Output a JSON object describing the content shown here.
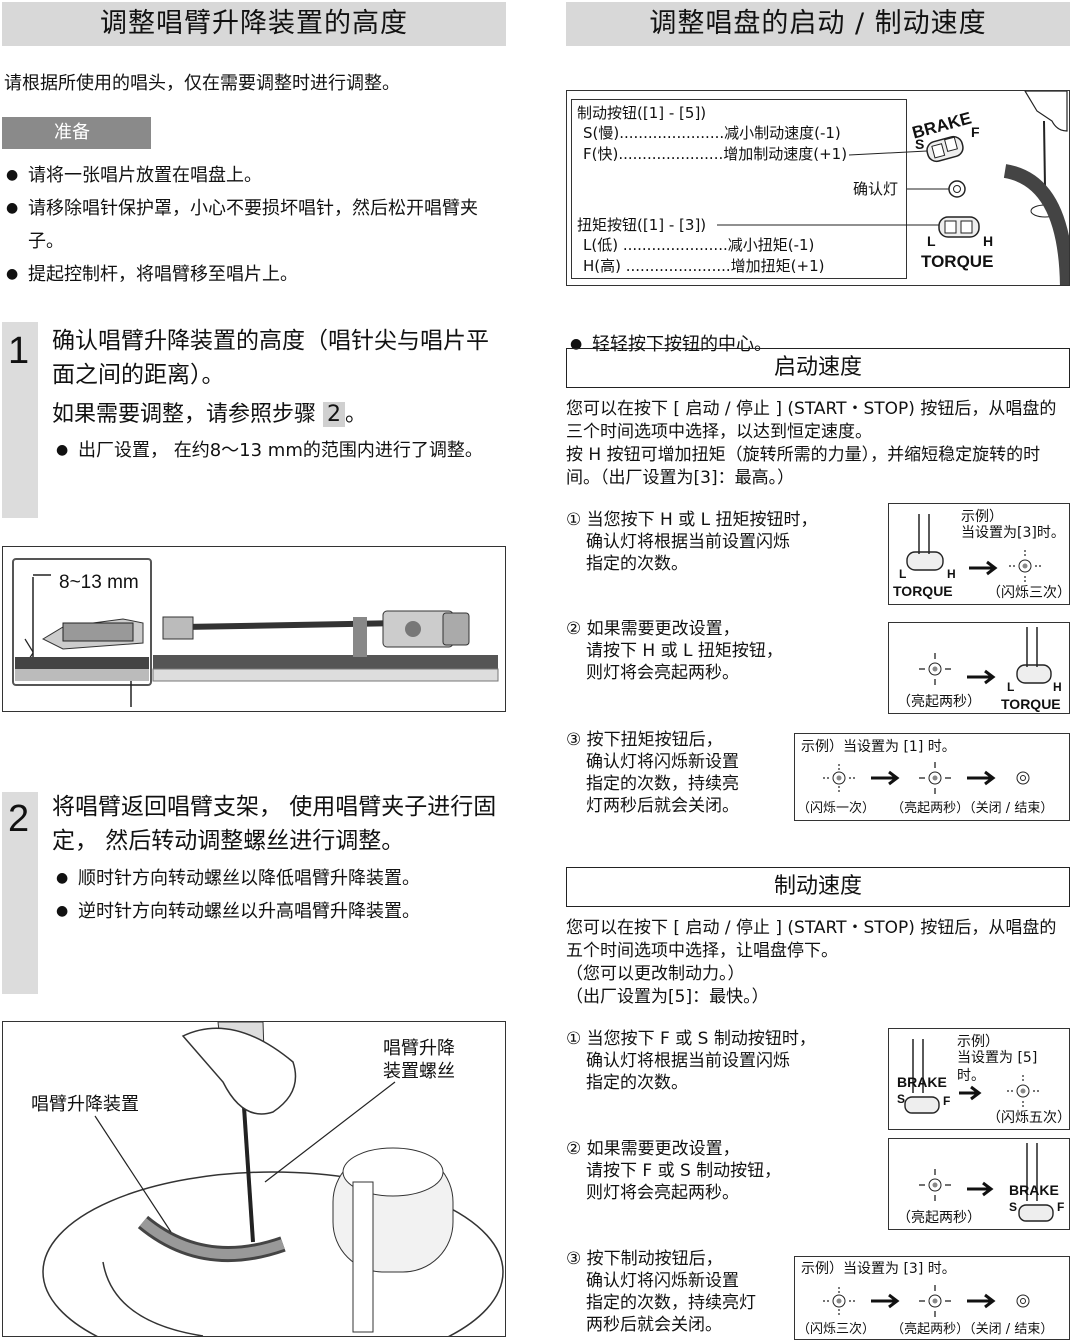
{
  "left": {
    "header": "调整唱臂升降装置的高度",
    "intro": "请根据所使用的唱头，仅在需要调整时进行调整。",
    "prep_label": "准备",
    "prep_items": [
      "请将一张唱片放置在唱盘上。",
      "请移除唱针保护罩，小心不要损坏唱针，然后松开唱臂夹子。",
      "提起控制杆，将唱臂移至唱片上。"
    ],
    "step1": {
      "num": "1",
      "title": "确认唱臂升降装置的高度（唱针尖与唱片平面之间的距离）。",
      "sub_prefix": "如果需要调整，请参照步骤",
      "sub_ref": "2",
      "sub_suffix": "。",
      "note": "出厂设置， 在约8～13 mm的范围内进行了调整。"
    },
    "fig1_label": "8~13 mm",
    "step2": {
      "num": "2",
      "title": "将唱臂返回唱臂支架， 使用唱臂夹子进行固定， 然后转动调整螺丝进行调整。",
      "notes": [
        "顺时针方向转动螺丝以降低唱臂升降装置。",
        "逆时针方向转动螺丝以升高唱臂升降装置。"
      ]
    },
    "fig2": {
      "label_left": "唱臂升降装置",
      "label_right_1": "唱臂升降",
      "label_right_2": "装置螺丝"
    }
  },
  "right": {
    "header": "调整唱盘的启动 / 制动速度",
    "panel": {
      "brake_title": "制动按钮([1] - [5])",
      "brake_s": "S(慢)......................减小制动速度(-1)",
      "brake_f": "F(快)......................增加制动速度(+1)",
      "indicator": "确认灯",
      "torque_title": "扭矩按钮([1] - [3])",
      "torque_l": "L(低) ......................减小扭矩(-1)",
      "torque_h": "H(高) ......................增加扭矩(+1)",
      "brake_word": "BRAKE",
      "torque_word": "TORQUE",
      "s": "S",
      "f": "F",
      "l": "L",
      "h": "H"
    },
    "press_note": "轻轻按下按钮的中心。",
    "start": {
      "title": "启动速度",
      "desc": "您可以在按下 [ 启动 / 停止 ] (START・STOP) 按钮后，从唱盘的三个时间选项中选择，以达到恒定速度。",
      "desc2": "按 H 按钮可增加扭矩（旋转所需的力量），并缩短稳定旋转的时间。（出厂设置为[3]：最高。）",
      "s1": [
        "① 当您按下 H 或 L 扭矩按钮时，",
        "确认灯将根据当前设置闪烁",
        "指定的次数。"
      ],
      "s1_ex1": "示例）",
      "s1_ex2": "当设置为[3]时。",
      "s1_cap": "（闪烁三次）",
      "s2": [
        "② 如果需要更改设置，",
        "请按下 H 或 L 扭矩按钮，",
        "则灯将会亮起两秒。"
      ],
      "s2_cap": "（亮起两秒）",
      "s3": [
        "③ 按下扭矩按钮后，",
        "确认灯将闪烁新设置",
        "指定的次数，持续亮",
        "灯两秒后就会关闭。"
      ],
      "s3_ex": "示例）当设置为 [1] 时。",
      "s3_caps": [
        "（闪烁一次）",
        "（亮起两秒）",
        "（关闭 / 结束）"
      ],
      "torque_word": "TORQUE"
    },
    "brake": {
      "title": "制动速度",
      "desc": "您可以在按下 [ 启动 / 停止 ] (START・STOP) 按钮后，从唱盘的五个时间选项中选择，让唱盘停下。",
      "desc2": "（您可以更改制动力。）",
      "desc3": "（出厂设置为[5]：最快。）",
      "s1": [
        "① 当您按下 F 或 S 制动按钮时，",
        "确认灯将根据当前设置闪烁",
        "指定的次数。"
      ],
      "s1_ex1": "示例）",
      "s1_ex2": "当设置为 [5] 时。",
      "s1_cap": "（闪烁五次）",
      "s2": [
        "② 如果需要更改设置，",
        "请按下 F 或 S 制动按钮，",
        "则灯将会亮起两秒。"
      ],
      "s2_cap": "（亮起两秒）",
      "s3": [
        "③ 按下制动按钮后，",
        "确认灯将闪烁新设置",
        "指定的次数，持续亮灯",
        "两秒后就会关闭。"
      ],
      "s3_ex": "示例）当设置为 [3] 时。",
      "s3_caps": [
        "（闪烁三次）",
        "（亮起两秒）",
        "（关闭 / 结束）"
      ],
      "brake_word": "BRAKE"
    }
  }
}
